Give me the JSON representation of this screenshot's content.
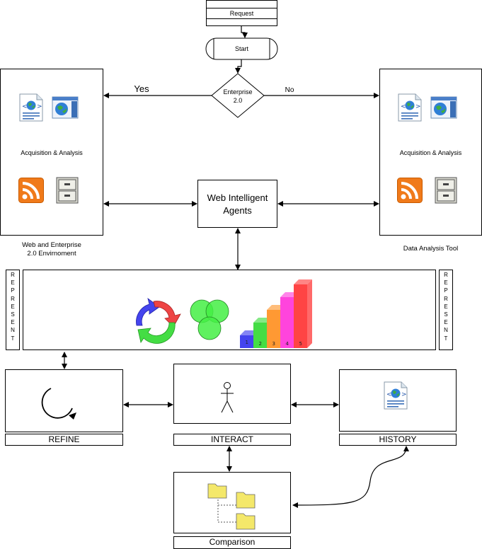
{
  "flow": {
    "request": "Request",
    "start": "Start",
    "decision": [
      "Enterprise",
      "2.0"
    ],
    "yes": "Yes",
    "no": "No",
    "agents": [
      "Web Intelligent",
      "Agents"
    ]
  },
  "left_panel": {
    "label": "Acquisition & Analysis",
    "caption": [
      "Web and Enterprise",
      "2.0 Envirnoment"
    ]
  },
  "right_panel": {
    "label": "Acquisition & Analysis",
    "caption": "Data Analysis Tool"
  },
  "represent": {
    "letters": [
      "R",
      "E",
      "P",
      "R",
      "E",
      "S",
      "E",
      "N",
      "T"
    ]
  },
  "stairs": {
    "values": [
      "1",
      "2",
      "3",
      "4",
      "5"
    ],
    "colors": [
      "#4444ee",
      "#44dd44",
      "#ff9933",
      "#ff44dd",
      "#ff4444"
    ]
  },
  "bottom": {
    "refine": "REFINE",
    "interact": "INTERACT",
    "history": "HISTORY",
    "comparison": "Comparison"
  },
  "icons": [
    "document-globe-icon",
    "browser-globe-icon",
    "rss-icon",
    "filing-cabinet-icon",
    "cycle-arrows-icon",
    "venn-diagram-icon",
    "stairs-chart-icon",
    "refresh-arrow-icon",
    "stick-figure-icon",
    "folder-tree-icon"
  ]
}
